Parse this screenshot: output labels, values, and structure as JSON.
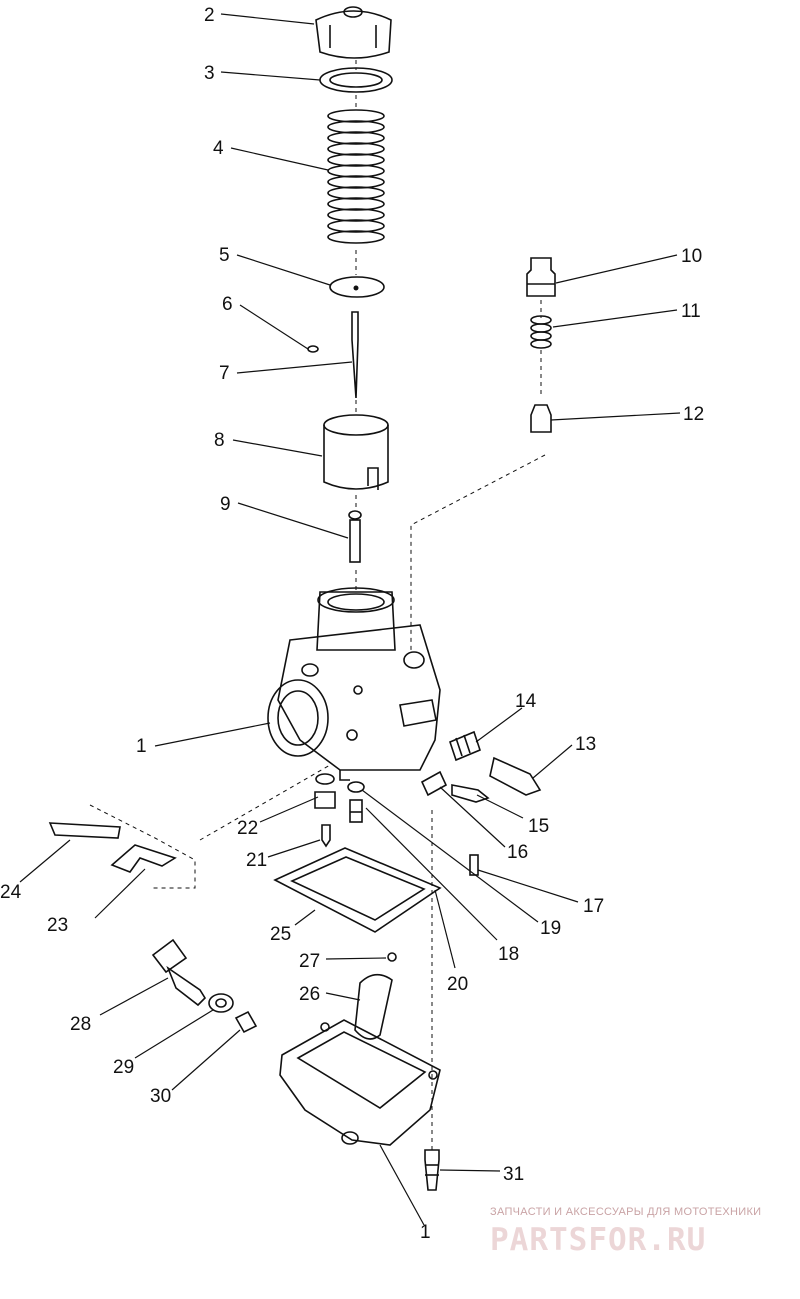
{
  "diagram": {
    "callouts": [
      {
        "id": "1-top",
        "text": "1"
      },
      {
        "id": "1-bottom",
        "text": "1"
      },
      {
        "id": "2",
        "text": "2"
      },
      {
        "id": "3",
        "text": "3"
      },
      {
        "id": "4",
        "text": "4"
      },
      {
        "id": "5",
        "text": "5"
      },
      {
        "id": "6",
        "text": "6"
      },
      {
        "id": "7",
        "text": "7"
      },
      {
        "id": "8",
        "text": "8"
      },
      {
        "id": "9",
        "text": "9"
      },
      {
        "id": "10",
        "text": "10"
      },
      {
        "id": "11",
        "text": "11"
      },
      {
        "id": "12",
        "text": "12"
      },
      {
        "id": "13",
        "text": "13"
      },
      {
        "id": "14",
        "text": "14"
      },
      {
        "id": "15",
        "text": "15"
      },
      {
        "id": "16",
        "text": "16"
      },
      {
        "id": "17",
        "text": "17"
      },
      {
        "id": "18",
        "text": "18"
      },
      {
        "id": "19",
        "text": "19"
      },
      {
        "id": "20",
        "text": "20"
      },
      {
        "id": "21",
        "text": "21"
      },
      {
        "id": "22",
        "text": "22"
      },
      {
        "id": "23",
        "text": "23"
      },
      {
        "id": "24",
        "text": "24"
      },
      {
        "id": "25",
        "text": "25"
      },
      {
        "id": "26",
        "text": "26"
      },
      {
        "id": "27",
        "text": "27"
      },
      {
        "id": "28",
        "text": "28"
      },
      {
        "id": "29",
        "text": "29"
      },
      {
        "id": "30",
        "text": "30"
      },
      {
        "id": "31",
        "text": "31"
      }
    ]
  },
  "watermark": {
    "caption": "ЗАПЧАСТИ И АКСЕССУАРЫ ДЛЯ МОТОТЕХНИКИ",
    "logo": "PARTSFOR.RU",
    "color": "#c9a3a5"
  }
}
